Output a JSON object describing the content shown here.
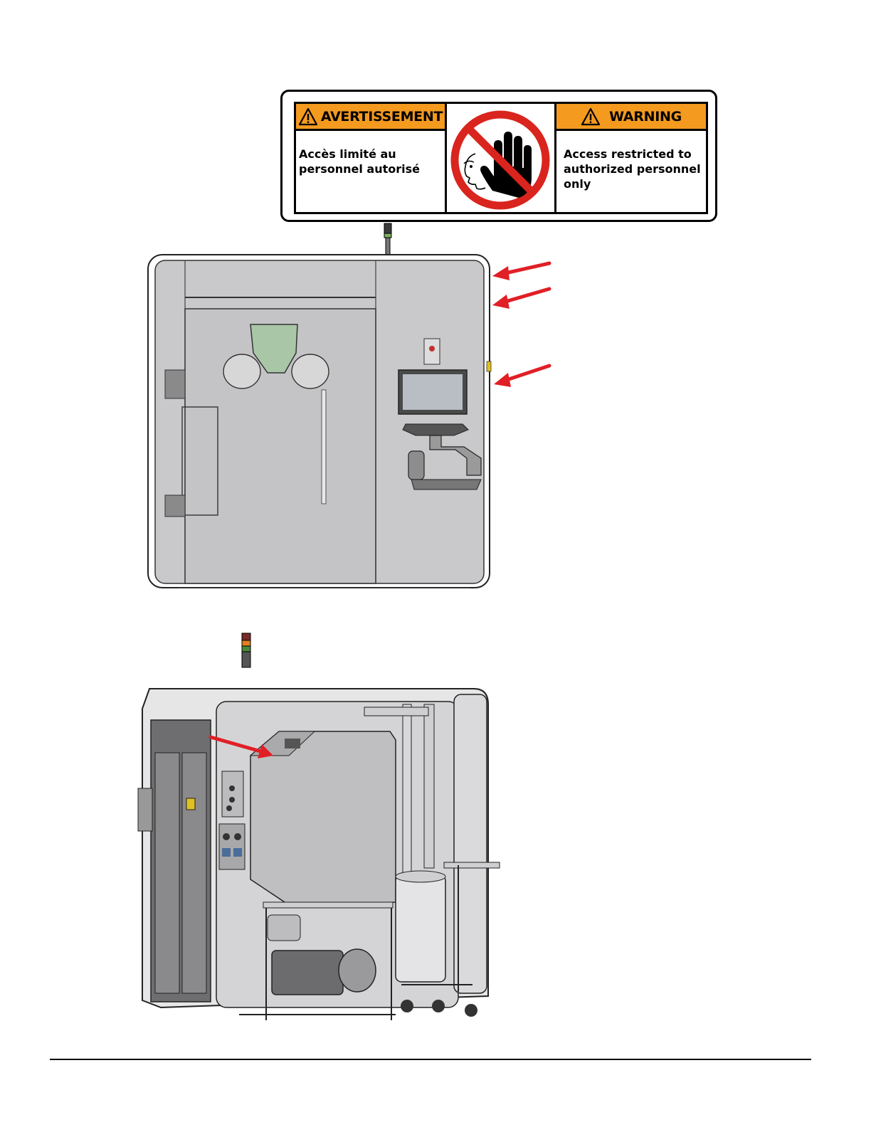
{
  "warning_sign": {
    "fr_heading": "AVERTISSEMENT",
    "fr_message_line1": "Accès limité au",
    "fr_message_line2": "personnel autorisé",
    "en_heading": "WARNING",
    "en_message_line1": "Access restricted to",
    "en_message_line2": "authorized personnel",
    "en_message_line3": "only",
    "colors": {
      "header": "#f39a1f",
      "prohibition": "#d9251d"
    },
    "icons": [
      "warning-triangle-icon",
      "no-entry-hand-icon"
    ]
  },
  "figures": {
    "front_view": {
      "subject": "machine front view",
      "arrow_color": "#e11f26",
      "arrow_count": 3
    },
    "rear_view": {
      "subject": "machine rear view",
      "arrow_color": "#e11f26",
      "arrow_count": 1
    }
  }
}
